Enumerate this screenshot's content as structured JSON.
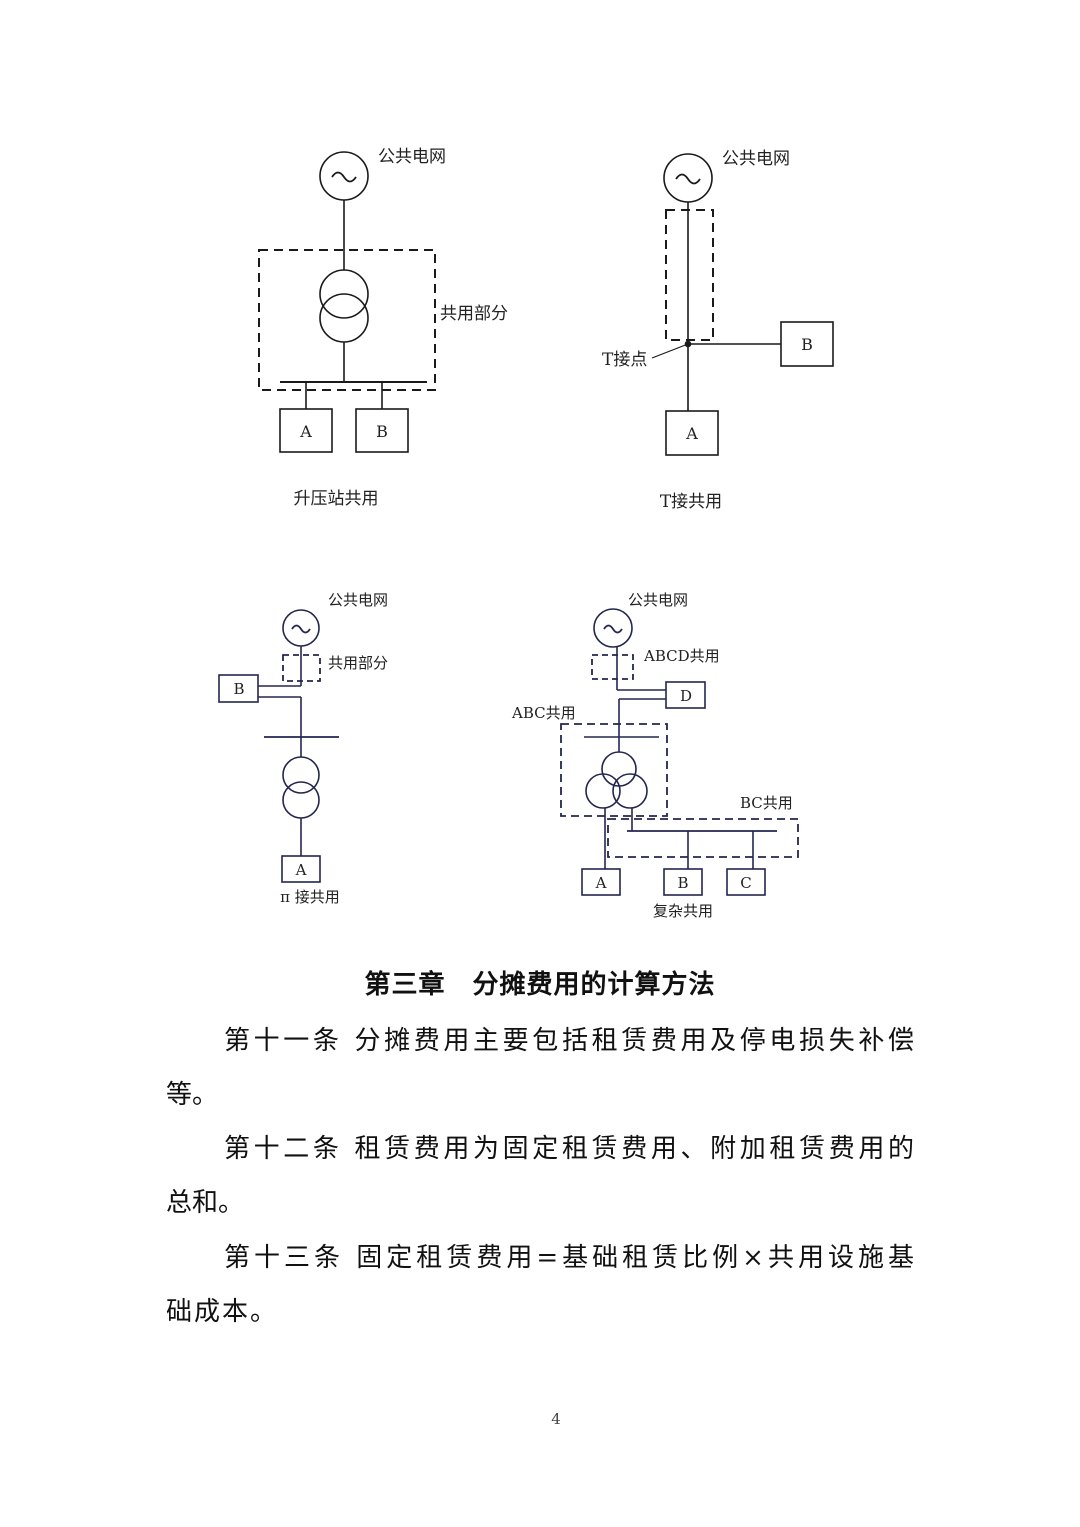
{
  "diagrams": {
    "boost": {
      "grid_label": "公共电网",
      "shared_label": "共用部分",
      "box_a": "A",
      "box_b": "B",
      "caption": "升压站共用"
    },
    "tee": {
      "grid_label": "公共电网",
      "tpoint_label": "T接点",
      "box_a": "A",
      "box_b": "B",
      "caption": "T接共用"
    },
    "pi": {
      "grid_label": "公共电网",
      "shared_label": "共用部分",
      "box_a": "A",
      "box_b": "B",
      "caption": "π 接共用"
    },
    "complex": {
      "grid_label": "公共电网",
      "abcd_label": "ABCD共用",
      "abc_label": "ABC共用",
      "bc_label": "BC共用",
      "box_a": "A",
      "box_b": "B",
      "box_c": "C",
      "box_d": "D",
      "caption": "复杂共用"
    }
  },
  "chapter_heading": "第三章　分摊费用的计算方法",
  "articles": [
    {
      "lines": [
        "第十一条 分摊费用主要包括租赁费用及停电损失补偿",
        "等。"
      ]
    },
    {
      "lines": [
        "第十二条 租赁费用为固定租赁费用、附加租赁费用的",
        "总和。"
      ]
    },
    {
      "lines": [
        "第十三条 固定租赁费用=基础租赁比例×共用设施基",
        "础成本。"
      ]
    }
  ],
  "page_number": "4",
  "colors": {
    "top_diagram": "#1a1a1a",
    "bottom_diagram": "#23264f"
  }
}
